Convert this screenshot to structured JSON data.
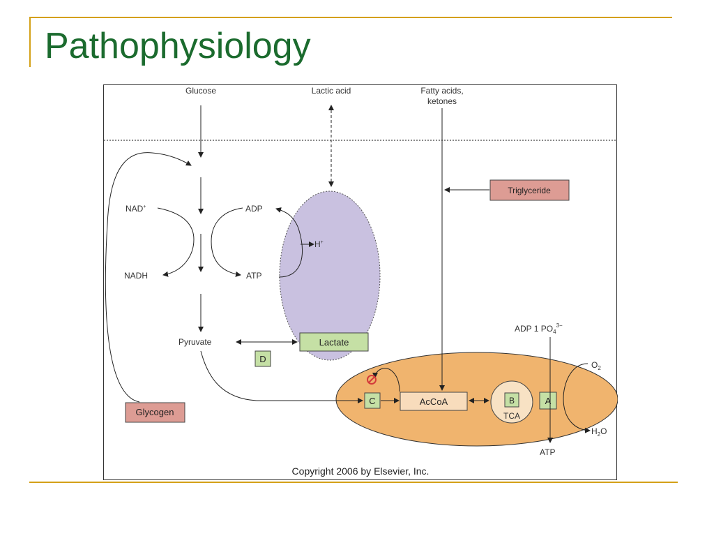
{
  "slide": {
    "title": "Pathophysiology"
  },
  "diagram": {
    "labels": {
      "glucose": "Glucose",
      "lactic_acid": "Lactic acid",
      "fatty_acids_line1": "Fatty acids,",
      "fatty_acids_line2": "ketones",
      "nad_plus": "NAD",
      "nad_plus_sup": "+",
      "nadh": "NADH",
      "adp": "ADP",
      "atp": "ATP",
      "h_plus": "H",
      "h_plus_sup": "+",
      "pyruvate": "Pyruvate",
      "adp_po4": "ADP 1 PO",
      "adp_po4_sub": "4",
      "adp_po4_sup": "3−",
      "o2": "O",
      "o2_sub": "2",
      "h2o_h": "H",
      "h2o_sub": "2",
      "h2o_o": "O",
      "atp_out": "ATP",
      "tca": "TCA",
      "copyright": "Copyright 2006 by Elsevier, Inc."
    },
    "boxes": {
      "triglyceride": "Triglyceride",
      "lactate": "Lactate",
      "d": "D",
      "glycogen": "Glycogen",
      "c": "C",
      "accoa": "AcCoA",
      "b": "B",
      "a": "A"
    },
    "colors": {
      "green_box": "#c5e0a5",
      "red_box": "#dd9c94",
      "cell_oval": "#f0b46e",
      "lactate_oval": "#c9c1e0",
      "accoa_box": "#f8dcbc",
      "tca_circle": "#f8e2c4",
      "inhibit": "#d33a3a"
    }
  }
}
